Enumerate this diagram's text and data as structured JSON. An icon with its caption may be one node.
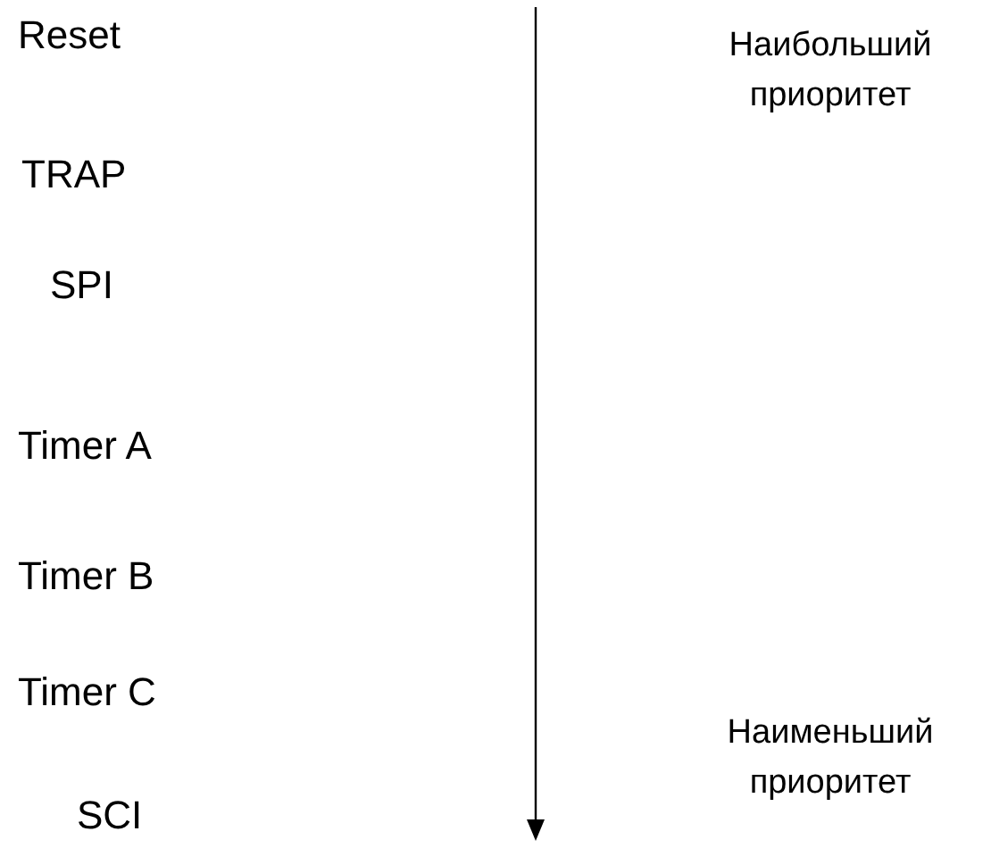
{
  "diagram": {
    "labels": [
      "Reset",
      "Наибольший приоритет",
      "TRAP",
      "SPI",
      "Timer A",
      "Timer B",
      "Timer C",
      "Наименьший приоритет",
      "SCI"
    ]
  }
}
